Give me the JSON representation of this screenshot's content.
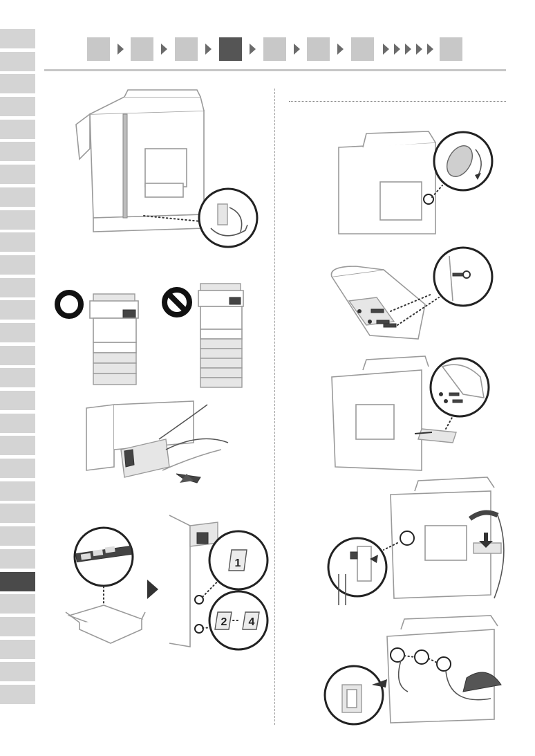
{
  "sidebar": {
    "tab_count": 30,
    "active_index": 24
  },
  "header": {
    "steps": [
      "",
      "",
      "",
      "",
      "",
      "",
      "",
      ""
    ],
    "active_step": 3,
    "arrow_run_count": 5
  },
  "callouts": {
    "cassette_a": "1",
    "cassette_b": "2",
    "cassette_c": "4"
  },
  "colors": {
    "tab": "#d4d4d4",
    "tab_active": "#4a4a4a",
    "step": "#c8c8c8",
    "step_active": "#555555",
    "arrow": "#6b6b6b"
  }
}
